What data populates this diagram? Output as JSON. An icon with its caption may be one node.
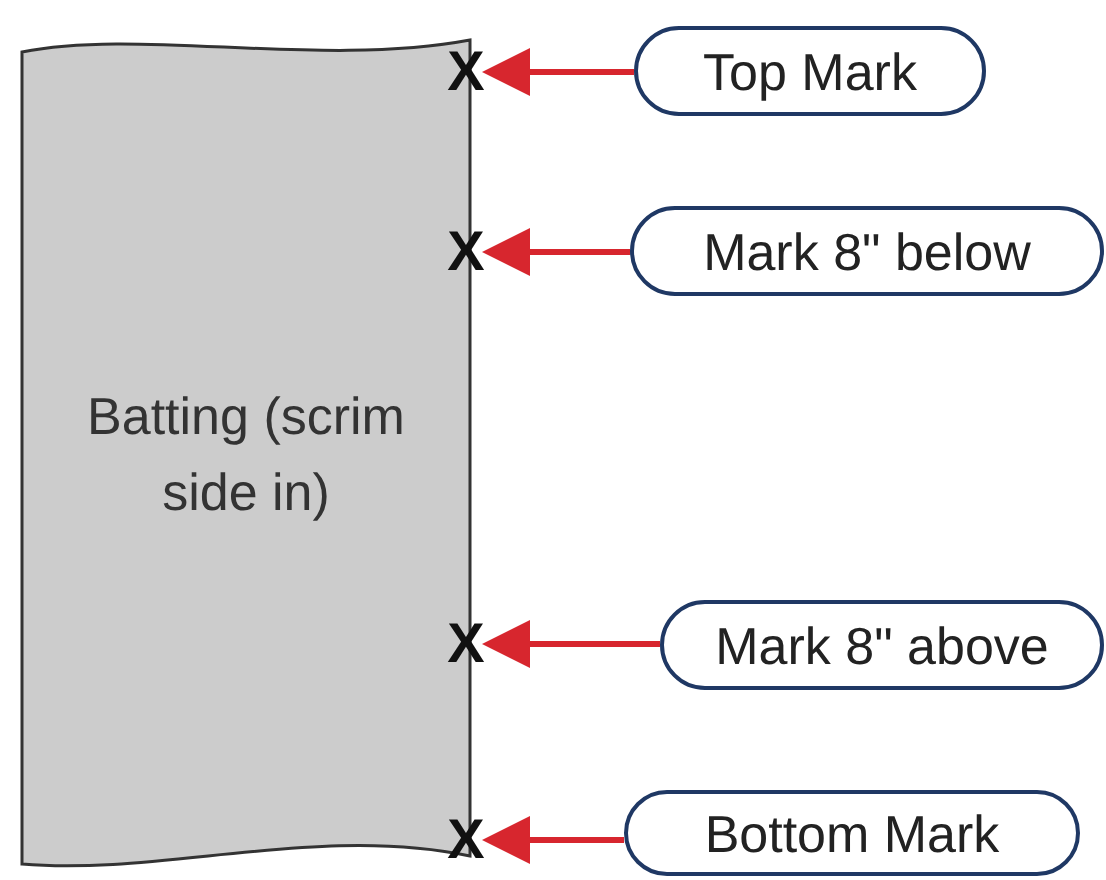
{
  "diagram": {
    "nodes": [
      {
        "text": [
          "Batting (scrim side in)"
        ]
      },
      {
        "text": [
          "X"
        ]
      },
      {
        "text": [
          "X"
        ]
      },
      {
        "text": [
          "X"
        ]
      },
      {
        "text": [
          "X"
        ]
      },
      {
        "text": [
          "Top Mark"
        ]
      },
      {
        "text": [
          "Mark 8\" below"
        ]
      },
      {
        "text": [
          "Mark 8\" above"
        ]
      },
      {
        "text": [
          "Bottom Mark"
        ]
      }
    ],
    "edges": [
      {
        "from": 5,
        "to": 1,
        "arrow": "to",
        "color": "#d7262e"
      },
      {
        "from": 6,
        "to": 2,
        "arrow": "to",
        "color": "#d7262e"
      },
      {
        "from": 7,
        "to": 3,
        "arrow": "to",
        "color": "#d7262e"
      },
      {
        "from": 8,
        "to": 4,
        "arrow": "to",
        "color": "#d7262e"
      }
    ]
  }
}
